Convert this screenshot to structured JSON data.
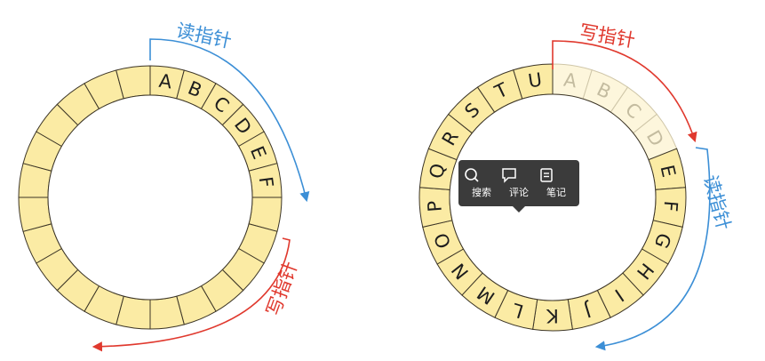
{
  "left_ring": {
    "segment_count": 24,
    "letters": [
      "A",
      "B",
      "C",
      "D",
      "E",
      "F"
    ],
    "read_pointer_label": "读指针",
    "write_pointer_label": "写指针"
  },
  "right_ring": {
    "segment_count": 21,
    "letters": [
      "A",
      "B",
      "C",
      "D",
      "E",
      "F",
      "G",
      "H",
      "I",
      "J",
      "K",
      "L",
      "M",
      "N",
      "O",
      "P",
      "Q",
      "R",
      "S",
      "T",
      "U"
    ],
    "consumed_letters": [
      "A",
      "B",
      "C",
      "D"
    ],
    "read_pointer_label": "读指针",
    "write_pointer_label": "写指针"
  },
  "colors": {
    "ring_fill": "#fbeba4",
    "ring_fill_faded": "#fdf6dc",
    "ring_stroke": "#3c3526",
    "read_pointer": "#3c8fd6",
    "write_pointer": "#e0392e"
  },
  "toolbar": {
    "items": [
      {
        "icon": "search-icon",
        "label": "搜索"
      },
      {
        "icon": "comment-icon",
        "label": "评论"
      },
      {
        "icon": "note-icon",
        "label": "笔记"
      }
    ]
  }
}
